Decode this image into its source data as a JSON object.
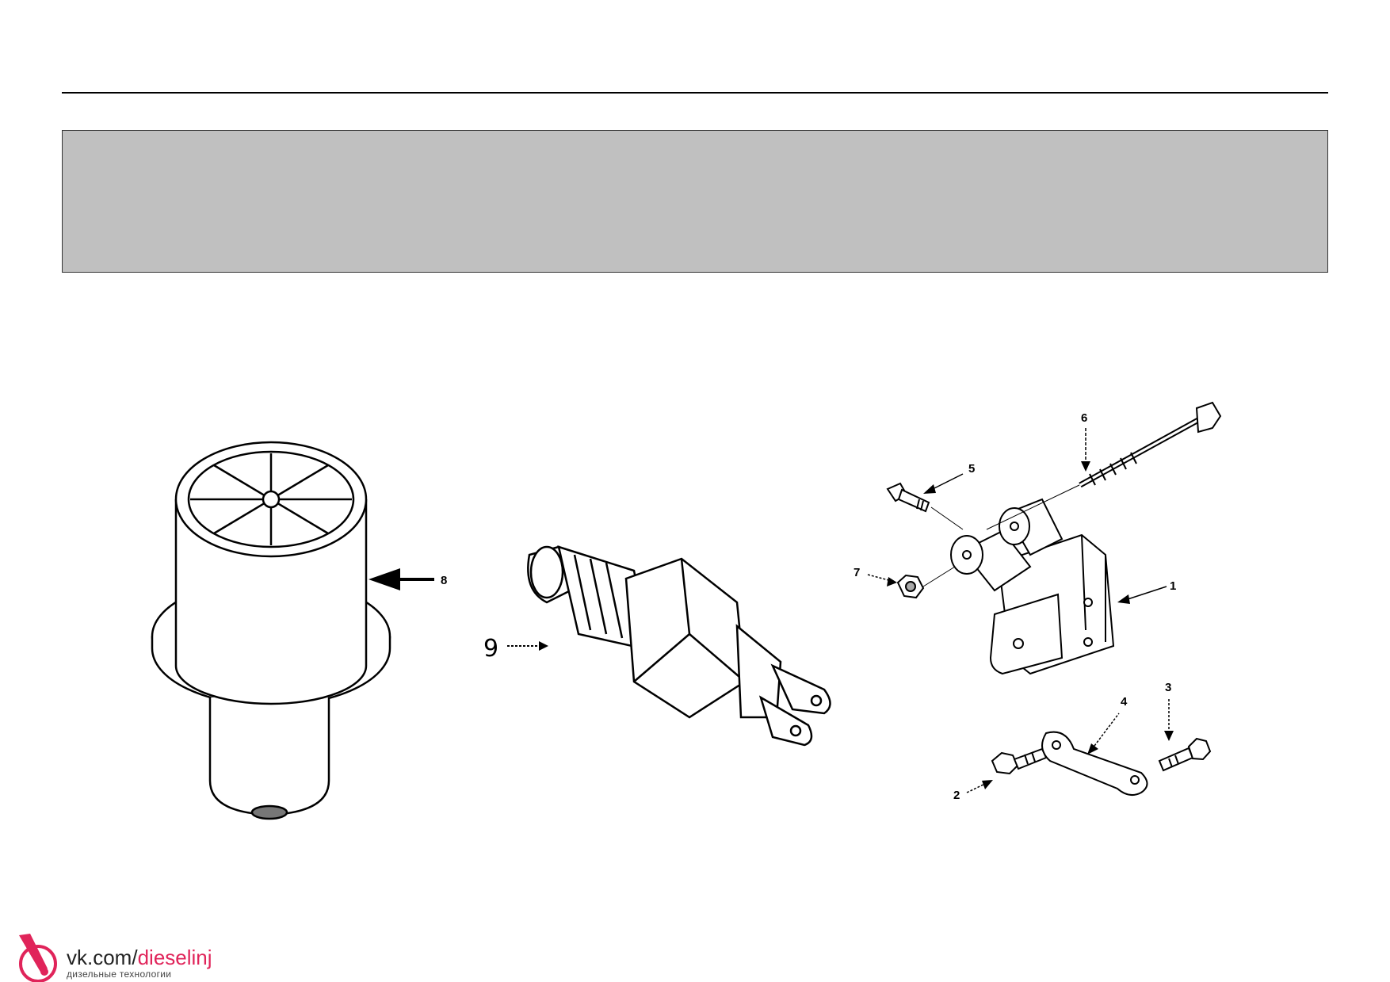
{
  "callouts": {
    "c1": "1",
    "c2": "2",
    "c3": "3",
    "c4": "4",
    "c5": "5",
    "c6": "6",
    "c7": "7",
    "c8": "8",
    "c9": "9"
  },
  "watermark": {
    "site_prefix": "vk.com/",
    "site_accent": "dieselinj",
    "subtitle": "дизельные технологии",
    "accent_color": "#e0245a"
  }
}
